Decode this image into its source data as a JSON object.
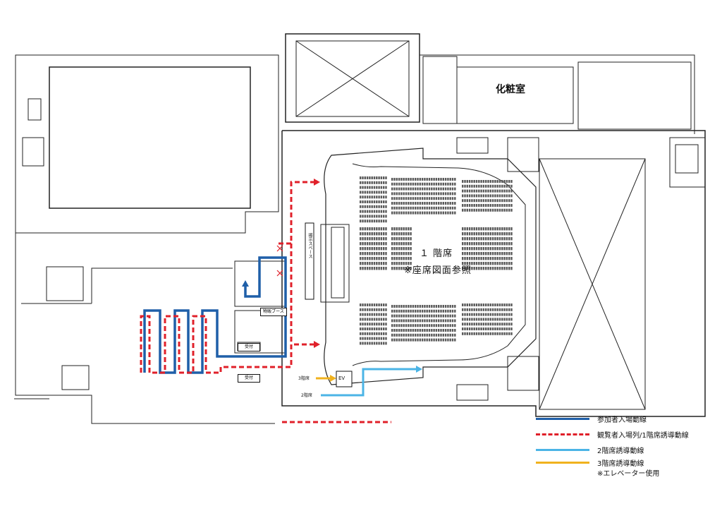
{
  "rooms": {
    "dressing_room": "化粧室",
    "hall_title": "１ 階席",
    "hall_note": "※座席図面参照",
    "bulletin_space": "掲示スペース",
    "goods_booth": "物販ブース",
    "reception_1": "受付",
    "reception_2": "受付",
    "elevator": "EV",
    "floor3_tag": "3階席",
    "floor2_tag": "2階席"
  },
  "legend": [
    {
      "label": "参加者入場動線",
      "color": "#1f5fa8",
      "style": "solid"
    },
    {
      "label": "観覧者入場列/1階席誘導動線",
      "color": "#e0202a",
      "style": "dashed"
    },
    {
      "label": "2階席誘導動線",
      "color": "#4bb4e6",
      "style": "solid"
    },
    {
      "label": "3階席誘導動線",
      "note": "※エレベーター使用",
      "color": "#f0b21e",
      "style": "solid"
    }
  ]
}
